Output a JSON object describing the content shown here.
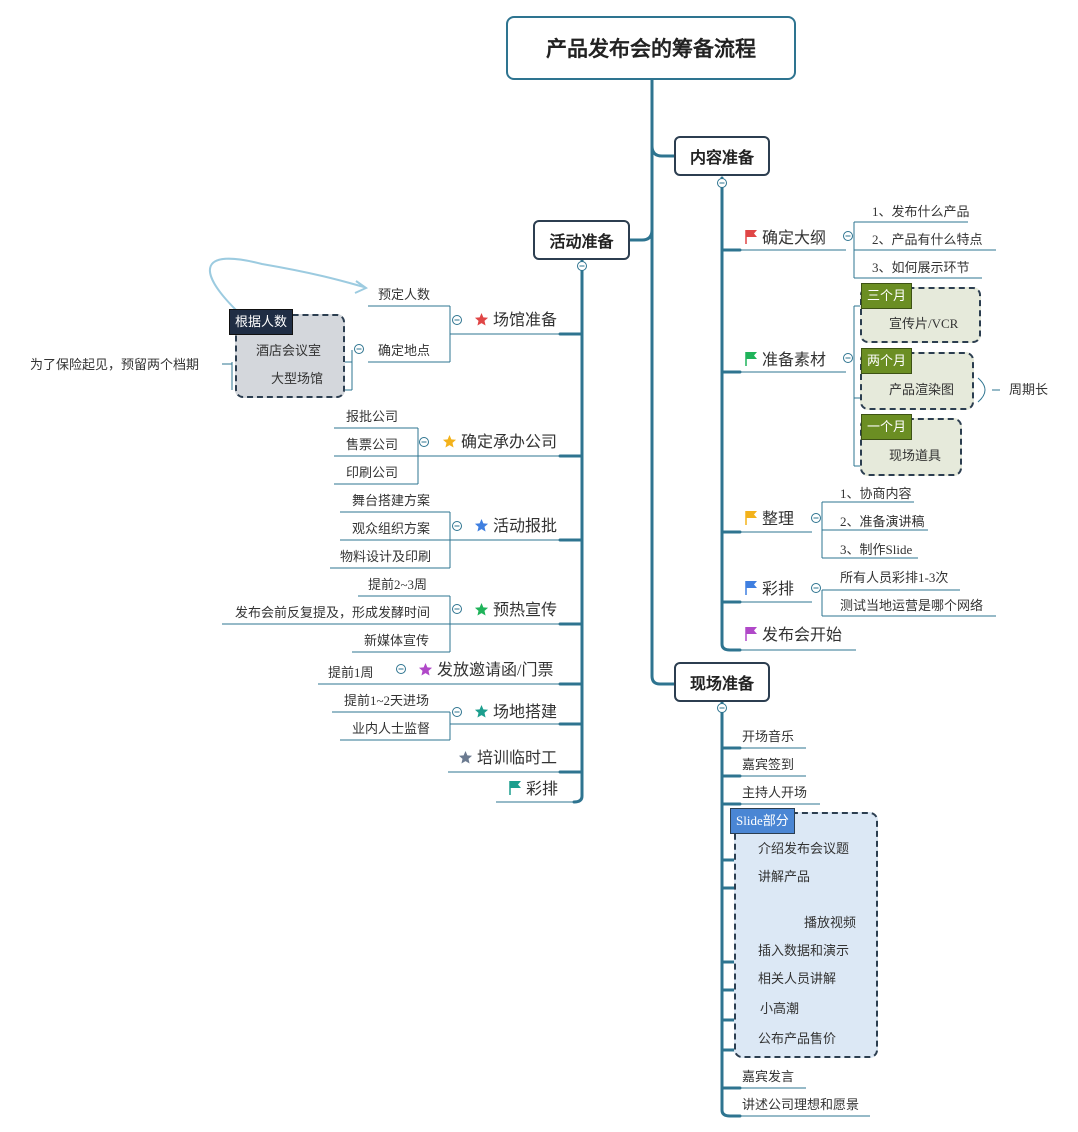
{
  "title": "产品发布会的筹备流程",
  "colors": {
    "line": "#2e7490",
    "dark": "#2c3e50",
    "olive": "#6b8e23",
    "olive_fill": "#e6eadb",
    "blue_fill": "#dce8f5",
    "gray_fill": "#d4d7dc",
    "slide_tag": "#4a86d4",
    "red": "#e04646",
    "green": "#1fb35a",
    "orange": "#f3b21b",
    "blue": "#3f7fe0",
    "purple": "#b048c8",
    "teal": "#1c9e8e",
    "slate": "#6b7a90"
  },
  "branches": {
    "content": {
      "label": "内容准备",
      "outline": {
        "label": "确定大纲",
        "icon": "red-flag-icon",
        "items": [
          "1、发布什么产品",
          "2、产品有什么特点",
          "3、如何展示环节"
        ]
      },
      "materials": {
        "label": "准备素材",
        "icon": "green-flag-icon",
        "groups": [
          {
            "tag": "三个月",
            "item": "宣传片/VCR"
          },
          {
            "tag": "两个月",
            "item": "产品渲染图"
          },
          {
            "tag": "一个月",
            "item": "现场道具"
          }
        ],
        "note": "周期长"
      },
      "organize": {
        "label": "整理",
        "icon": "orange-flag-icon",
        "items": [
          "1、协商内容",
          "2、准备演讲稿",
          "3、制作Slide"
        ]
      },
      "rehearsal": {
        "label": "彩排",
        "icon": "blue-flag-icon",
        "items": [
          "所有人员彩排1-3次",
          "测试当地运营是哪个网络"
        ]
      },
      "launch": {
        "label": "发布会开始",
        "icon": "purple-flag-icon"
      }
    },
    "activity": {
      "label": "活动准备",
      "venue": {
        "label": "场馆准备",
        "icon": "red-star-icon",
        "items": [
          "预定人数",
          "确定地点"
        ],
        "sub_places": [
          "酒店会议室",
          "大型场馆"
        ],
        "tag": "根据人数",
        "note": "为了保险起见，预留两个档期"
      },
      "contractor": {
        "label": "确定承办公司",
        "icon": "orange-star-icon",
        "items": [
          "报批公司",
          "售票公司",
          "印刷公司"
        ]
      },
      "approval": {
        "label": "活动报批",
        "icon": "blue-star-icon",
        "items": [
          "舞台搭建方案",
          "观众组织方案",
          "物料设计及印刷"
        ]
      },
      "promo": {
        "label": "预热宣传",
        "icon": "green-star-icon",
        "items": [
          "提前2~3周",
          "发布会前反复提及，形成发酵时间",
          "新媒体宣传"
        ]
      },
      "invite": {
        "label": "发放邀请函/门票",
        "icon": "purple-star-icon",
        "items": [
          "提前1周"
        ]
      },
      "setup": {
        "label": "场地搭建",
        "icon": "teal-star-icon",
        "items": [
          "提前1~2天进场",
          "业内人士监督"
        ]
      },
      "training": {
        "label": "培训临时工",
        "icon": "slate-star-icon"
      },
      "rehearsal": {
        "label": "彩排",
        "icon": "teal-flag-icon"
      }
    },
    "onsite": {
      "label": "现场准备",
      "items_top": [
        "开场音乐",
        "嘉宾签到",
        "主持人开场"
      ],
      "slide_tag": "Slide部分",
      "slide_items": [
        "介绍发布会议题",
        "讲解产品",
        "播放视频",
        "插入数据和演示",
        "相关人员讲解",
        "小高潮",
        "公布产品售价"
      ],
      "items_bottom": [
        "嘉宾发言",
        "讲述公司理想和愿景"
      ]
    }
  }
}
